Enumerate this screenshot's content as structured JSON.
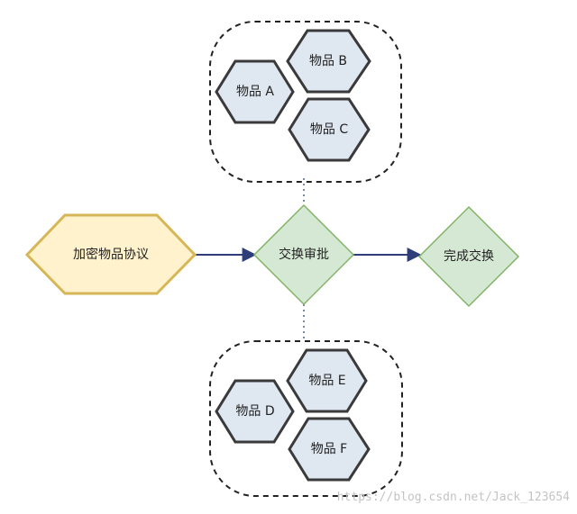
{
  "nodes": {
    "protocol": "加密物品协议",
    "approval": "交换审批",
    "complete": "完成交换"
  },
  "items": {
    "a": "物品 A",
    "b": "物品 B",
    "c": "物品 C",
    "d": "物品 D",
    "e": "物品 E",
    "f": "物品 F"
  },
  "watermark": "https://blog.csdn.net/Jack_123654"
}
